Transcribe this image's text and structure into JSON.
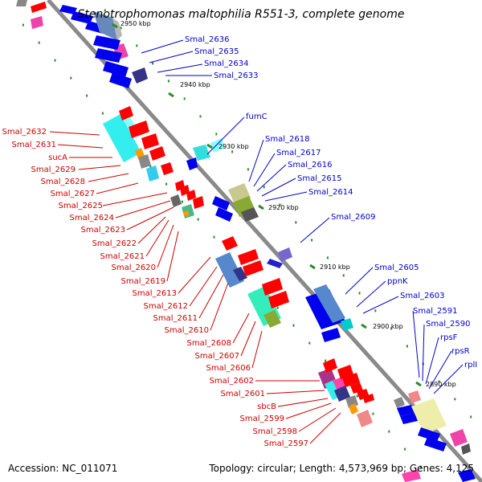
{
  "title": "Stenotrophomonas maltophilia R551-3, complete genome",
  "footer": {
    "accession": "Accession: NC_011071",
    "topology": "Topology: circular; Length: 4,573,969 bp; Genes: 4,125"
  },
  "kbp_ticks": [
    "2950 kbp",
    "2940 kbp",
    "2930 kbp",
    "2920 kbp",
    "2910 kbp",
    "2900 kbp",
    "2890 kbp"
  ],
  "labels_top_strand": [
    "Smal_2636",
    "Smal_2635",
    "Smal_2634",
    "Smal_2633",
    "fumC",
    "Smal_2618",
    "Smal_2617",
    "Smal_2616",
    "Smal_2615",
    "Smal_2614",
    "Smal_2609",
    "Smal_2605",
    "ppnK",
    "Smal_2603",
    "Smal_2591",
    "Smal_2590",
    "rpsF",
    "rpsR",
    "rplI"
  ],
  "labels_bottom_strand": [
    "Smal_2632",
    "Smal_2631",
    "sucA",
    "Smal_2629",
    "Smal_2628",
    "Smal_2627",
    "Smal_2625",
    "Smal_2624",
    "Smal_2623",
    "Smal_2622",
    "Smal_2621",
    "Smal_2620",
    "Smal_2619",
    "Smal_2613",
    "Smal_2612",
    "Smal_2611",
    "Smal_2610",
    "Smal_2608",
    "Smal_2607",
    "Smal_2606",
    "Smal_2602",
    "Smal_2601",
    "sbcB",
    "Smal_2599",
    "Smal_2598",
    "Smal_2597"
  ],
  "colors": {
    "top_strand_label": "#0000cc",
    "bottom_strand_label": "#cc0000",
    "backbone": "#808080",
    "dots": "#2a8a2a"
  }
}
